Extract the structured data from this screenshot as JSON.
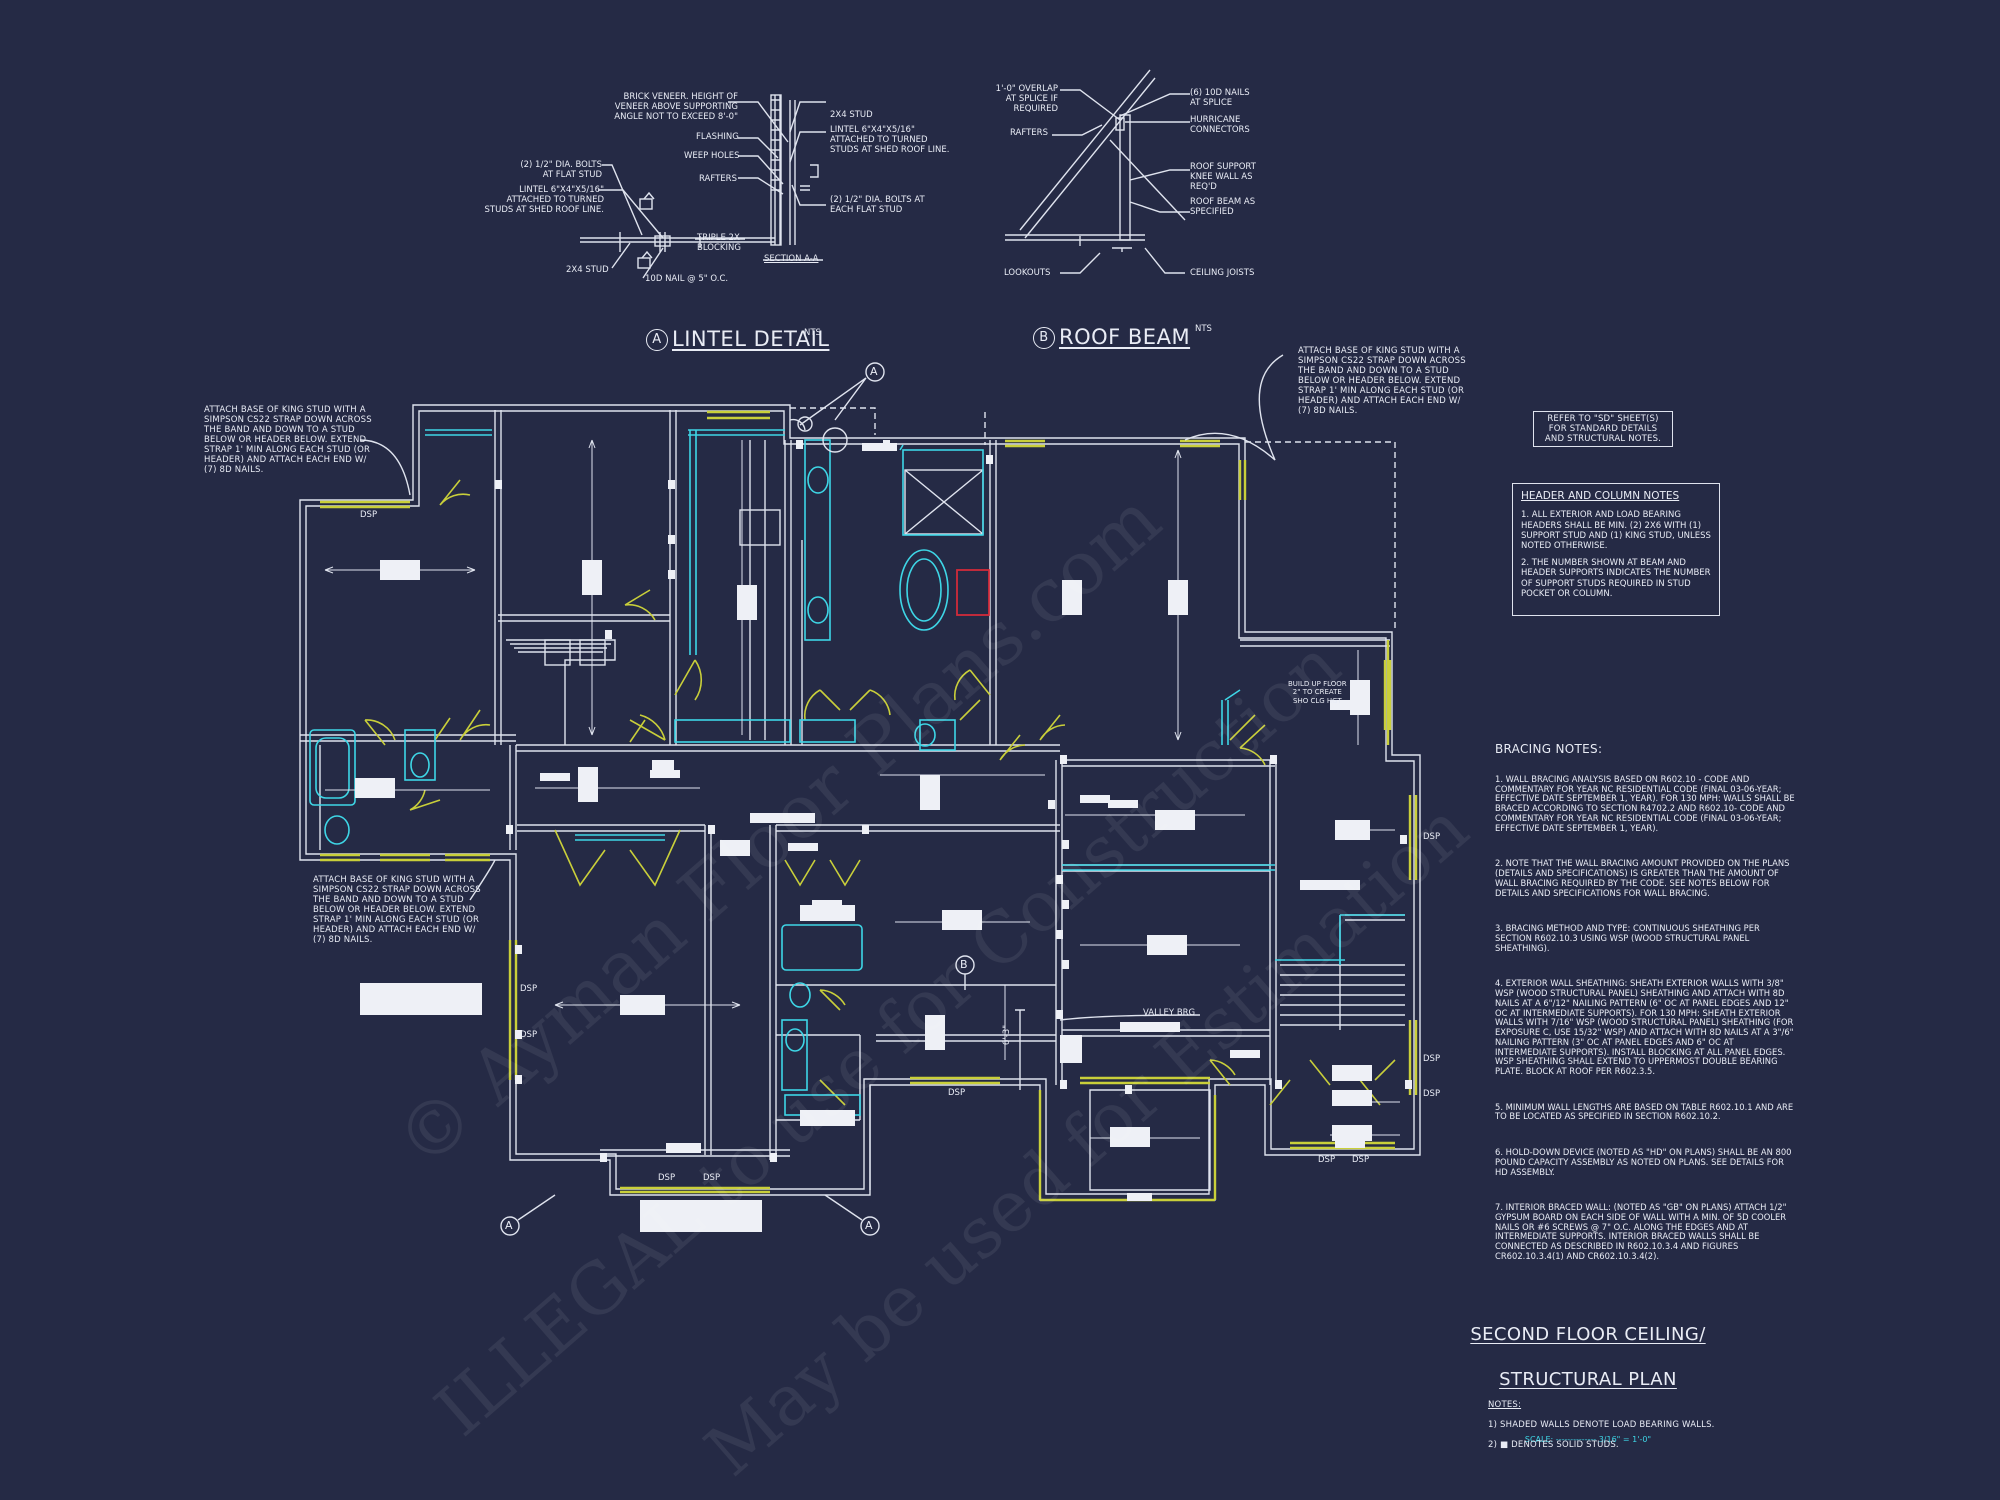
{
  "lintel_detail": {
    "marker": "A",
    "title": "LINTEL DETAIL",
    "scale": "NTS",
    "section_label": "SECTION A-A",
    "callouts": [
      "BRICK VENEER. HEIGHT OF\nVENEER ABOVE SUPPORTING\nANGLE NOT TO EXCEED 8'-0\"",
      "FLASHING",
      "WEEP HOLES",
      "RAFTERS",
      "(2) 1/2\" DIA. BOLTS\nAT FLAT STUD",
      "LINTEL 6\"x4\"x5/16\"\nATTACHED TO TURNED\nSTUDS AT SHED ROOF LINE.",
      "2x4 STUD",
      "LINTEL 6\"x4\"x5/16\"\nATTACHED TO TURNED\nSTUDS AT SHED ROOF LINE.",
      "(2) 1/2\" DIA. BOLTS AT\nEACH FLAT STUD",
      "TRIPLE 2x\nBLOCKING",
      "2x4 STUD",
      "10d NAIL @ 5\" O.C."
    ]
  },
  "roof_beam_detail": {
    "marker": "B",
    "title": "ROOF BEAM",
    "scale": "NTS",
    "callouts": [
      "1'-0\" OVERLAP\nAT SPLICE IF\nREQUIRED",
      "RAFTERS",
      "(6) 10d NAILS\nAT SPLICE",
      "HURRICANE\nCONNECTORS",
      "ROOF SUPPORT\nKNEE WALL AS\nREQ'D",
      "ROOF BEAM AS\nSPECIFIED",
      "LOOKOUTS",
      "CEILING JOISTS"
    ]
  },
  "plan_notes": {
    "top_left": "ATTACH BASE OF KING STUD WITH A\nSIMPSON CS22 STRAP DOWN ACROSS\nTHE BAND AND DOWN TO A STUD\nBELOW OR HEADER BELOW. EXTEND\nSTRAP 1' MIN ALONG EACH STUD (OR\nHEADER) AND ATTACH EACH END W/\n(7) 8d NAILS.",
    "bottom_left": "ATTACH BASE OF KING STUD WITH A\nSIMPSON CS22 STRAP DOWN ACROSS\nTHE BAND AND DOWN TO A STUD\nBELOW OR HEADER BELOW. EXTEND\nSTRAP 1' MIN ALONG EACH STUD (OR\nHEADER) AND ATTACH EACH END W/\n(7) 8d NAILS.",
    "top_right": "ATTACH BASE OF KING STUD WITH A\nSIMPSON CS22 STRAP DOWN ACROSS\nTHE BAND AND DOWN TO A STUD\nBELOW OR HEADER BELOW. EXTEND\nSTRAP 1' MIN ALONG EACH STUD (OR\nHEADER) AND ATTACH EACH END W/\n(7) 8d NAILS.",
    "build_up": "BUILD UP FLOOR\n2\" TO CREATE\nSHO CLG HGT",
    "valley": "VALLEY BRG",
    "dim": "6'-3\"",
    "dsp": "DSP",
    "markers": [
      "A",
      "A",
      "A",
      "B"
    ]
  },
  "refer_box": "REFER TO \"SD\" SHEET(S)\nFOR STANDARD DETAILS\nAND STRUCTURAL NOTES.",
  "header_column_notes": {
    "title": "HEADER AND COLUMN NOTES",
    "items": [
      "1. ALL EXTERIOR AND LOAD BEARING HEADERS SHALL BE MIN. (2) 2x6 WITH (1) SUPPORT STUD AND (1) KING STUD, UNLESS NOTED OTHERWISE.",
      "2. THE NUMBER SHOWN AT BEAM AND HEADER SUPPORTS INDICATES THE NUMBER OF SUPPORT STUDS REQUIRED IN STUD POCKET OR COLUMN."
    ]
  },
  "bracing_notes": {
    "title": "BRACING NOTES:",
    "items": [
      "1. WALL BRACING ANALYSIS BASED ON R602.10 - CODE AND COMMENTARY FOR YEAR NC RESIDENTIAL CODE (FINAL 03-06-YEAR; EFFECTIVE DATE SEPTEMBER 1, YEAR). FOR 130 MPH: WALLS SHALL BE BRACED ACCORDING TO SECTION R4702.2 AND R602.10- CODE AND COMMENTARY FOR YEAR NC RESIDENTIAL CODE (FINAL 03-06-YEAR; EFFECTIVE DATE SEPTEMBER 1, YEAR).",
      "2. NOTE THAT THE WALL BRACING AMOUNT PROVIDED ON THE PLANS (DETAILS AND SPECIFICATIONS) IS GREATER THAN THE AMOUNT OF WALL BRACING REQUIRED BY THE CODE. SEE NOTES BELOW FOR DETAILS AND SPECIFICATIONS FOR WALL BRACING.",
      "3. BRACING METHOD AND TYPE: CONTINUOUS SHEATHING PER SECTION R602.10.3 USING WSP (WOOD STRUCTURAL PANEL SHEATHING).",
      "4. EXTERIOR WALL SHEATHING: SHEATH EXTERIOR WALLS WITH 3/8\" WSP (WOOD STRUCTURAL PANEL) SHEATHING AND ATTACH WITH 8d NAILS AT A 6\"/12\" NAILING PATTERN (6\" OC AT PANEL EDGES AND 12\" OC AT INTERMEDIATE SUPPORTS). FOR 130 MPH: SHEATH EXTERIOR WALLS WITH 7/16\" WSP (WOOD STRUCTURAL PANEL) SHEATHING (FOR EXPOSURE C, USE 15/32\" WSP) AND ATTACH WITH 8d NAILS AT A 3\"/6\" NAILING PATTERN (3\" OC AT PANEL EDGES AND 6\" OC AT INTERMEDIATE SUPPORTS). INSTALL BLOCKING AT ALL PANEL EDGES. WSP SHEATHING SHALL EXTEND TO UPPERMOST DOUBLE BEARING PLATE. BLOCK AT ROOF PER R602.3.5.",
      "5. MINIMUM WALL LENGTHS ARE BASED ON TABLE R602.10.1 AND ARE TO BE LOCATED AS SPECIFIED IN SECTION R602.10.2.",
      "6. HOLD-DOWN DEVICE (NOTED AS \"HD\" ON PLANS) SHALL BE AN 800 POUND CAPACITY ASSEMBLY AS NOTED ON PLANS. SEE DETAILS FOR HD ASSEMBLY.",
      "7. INTERIOR BRACED WALL: (NOTED AS \"GB\" ON PLANS) ATTACH 1/2\" GYPSUM BOARD ON EACH SIDE OF WALL WITH A MIN. OF 5d COOLER NAILS OR #6 SCREWS @ 7\" O.C. ALONG THE EDGES AND AT INTERMEDIATE SUPPORTS. INTERIOR BRACED WALLS SHALL BE CONNECTED AS DESCRIBED IN R602.10.3.4 AND FIGURES CR602.10.3.4(1) AND CR602.10.3.4(2)."
    ]
  },
  "sheet_title": {
    "line1": "SECOND FLOOR CEILING/",
    "line2": "STRUCTURAL PLAN",
    "scale": "SCALE: -------------- 3/16\" = 1'-0\""
  },
  "footer_notes": {
    "label": "NOTES:",
    "items": [
      "1) SHADED WALLS DENOTE LOAD BEARING WALLS.",
      "2) ■ DENOTES SOLID STUDS."
    ]
  },
  "watermark": {
    "line1": "© Ayman Floor Plans.com",
    "line2": "ILLEGAL to use for Construction",
    "line3": "May be used for Estimation"
  },
  "colors": {
    "background": "#252a45",
    "linework": "#dfe3ee",
    "bearing_wall": "#c9cf3a",
    "fixture": "#3ed6e6",
    "accent_red": "#d22b3a"
  }
}
